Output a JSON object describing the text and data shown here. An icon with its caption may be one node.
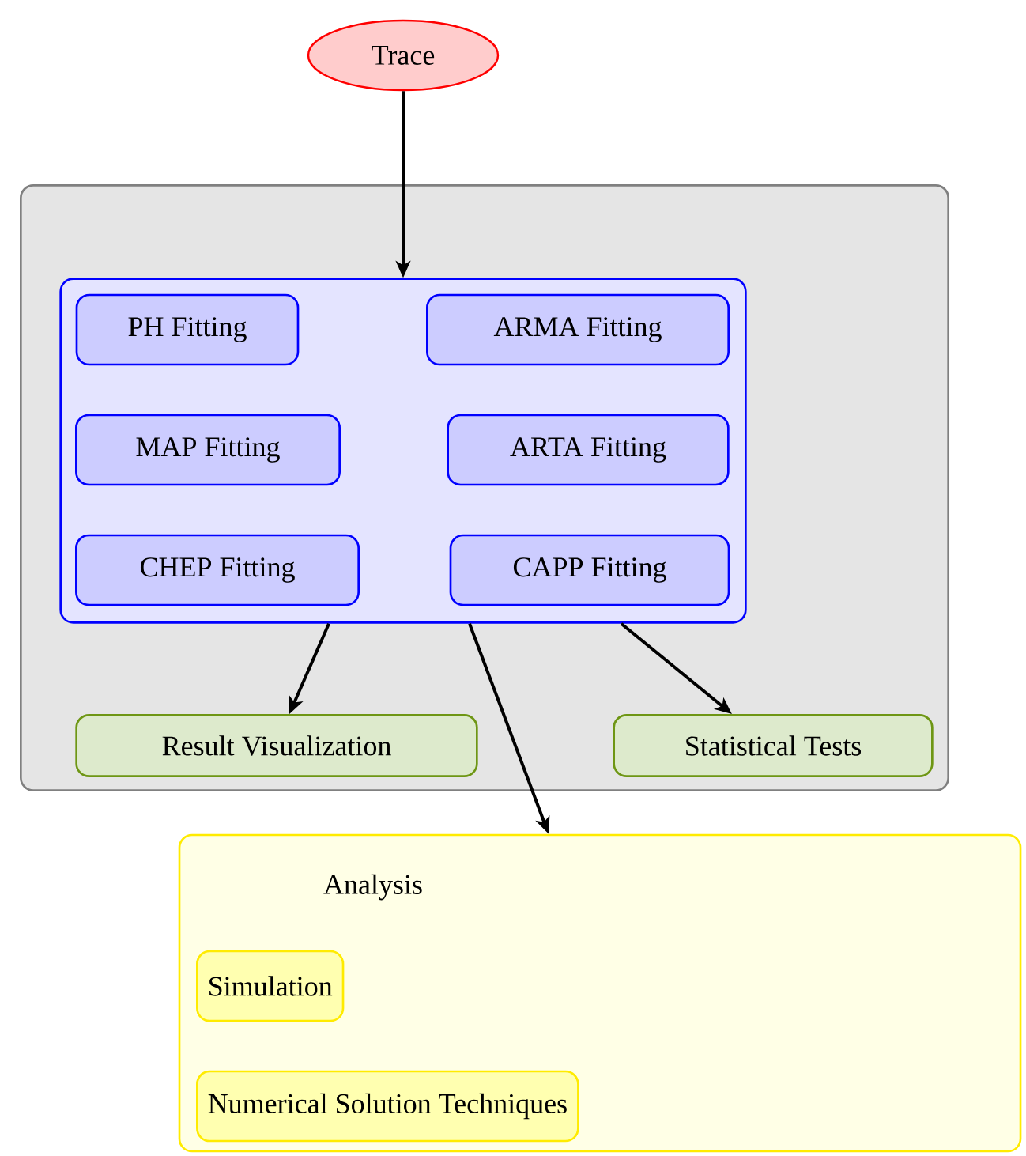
{
  "diagram": {
    "nodes": [
      {
        "text": [
          "Trace"
        ]
      },
      {
        "text": [],
        "shape": "box"
      },
      {
        "text": [],
        "shape": "box",
        "in": 1
      },
      {
        "text": [
          "PH Fitting"
        ],
        "in": 2
      },
      {
        "text": [
          "ARMA Fitting"
        ],
        "in": 2
      },
      {
        "text": [
          "MAP Fitting"
        ],
        "in": 2
      },
      {
        "text": [
          "ARTA Fitting"
        ],
        "in": 2
      },
      {
        "text": [
          "CHEP Fitting"
        ],
        "in": 2
      },
      {
        "text": [
          "CAPP Fitting"
        ],
        "in": 2
      },
      {
        "text": [
          "Result Visualization"
        ],
        "in": 1
      },
      {
        "text": [
          "Statistical Tests"
        ],
        "in": 1
      },
      {
        "text": [
          "Analysis"
        ]
      },
      {
        "text": [
          "Simulation"
        ],
        "in": 11
      },
      {
        "text": [
          "Numerical Solution Techniques"
        ],
        "in": 11
      }
    ],
    "edges": [
      {
        "from": 0,
        "to": 2,
        "arrow": "to"
      },
      {
        "from": 2,
        "to": 9,
        "arrow": "to"
      },
      {
        "from": 2,
        "to": 10,
        "arrow": "to"
      },
      {
        "from": 2,
        "to": 11,
        "arrow": "to"
      }
    ]
  }
}
